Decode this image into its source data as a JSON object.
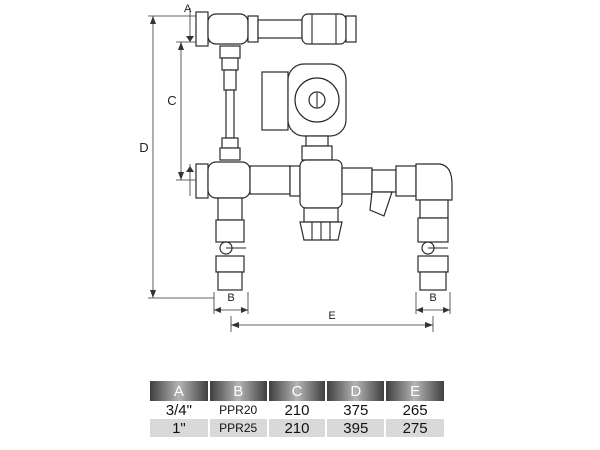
{
  "dimension_labels": {
    "a": "A",
    "b_left": "B",
    "b_right": "B",
    "c": "C",
    "d": "D",
    "e": "E"
  },
  "table": {
    "headers": [
      "A",
      "B",
      "C",
      "D",
      "E"
    ],
    "rows": [
      [
        "3/4\"",
        "PPR20",
        "210",
        "375",
        "265"
      ],
      [
        "1\"",
        "PPR25",
        "210",
        "395",
        "275"
      ]
    ],
    "header_gradient": [
      "#3f3f3f",
      "#b5b5b5",
      "#3f3f3f"
    ],
    "shaded_row_color": "#d9d9d9"
  }
}
